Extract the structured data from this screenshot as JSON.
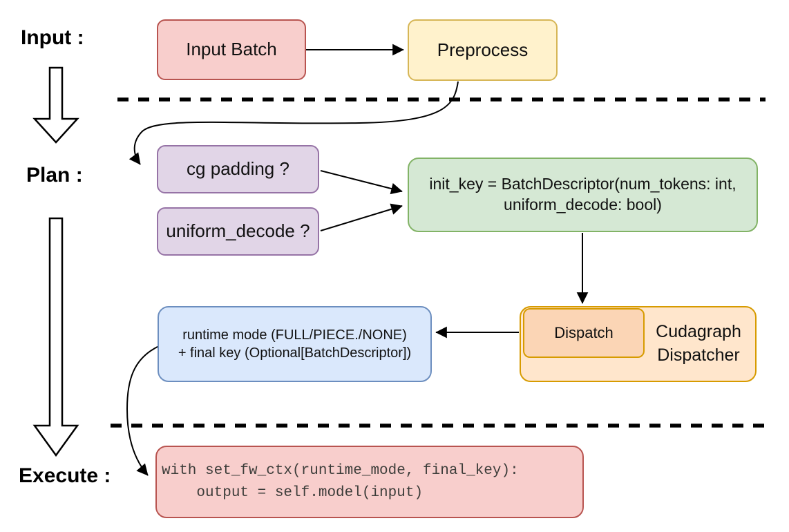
{
  "stage_labels": {
    "input": "Input :",
    "plan": "Plan :",
    "execute": "Execute :"
  },
  "nodes": {
    "input_batch": {
      "label": "Input Batch"
    },
    "preprocess": {
      "label": "Preprocess"
    },
    "cg_padding": {
      "label": "cg padding ?"
    },
    "uniform_decode": {
      "label": "uniform_decode ?"
    },
    "init_key": {
      "line1": "init_key = BatchDescriptor(num_tokens: int,",
      "line2": "uniform_decode: bool)"
    },
    "dispatch": {
      "label": "Dispatch"
    },
    "cudagraph_dispatcher": {
      "line1": "Cudagraph",
      "line2": "Dispatcher"
    },
    "runtime_mode": {
      "line1": "runtime mode (FULL/PIECE./NONE)",
      "line2": "+ final key (Optional[BatchDescriptor])"
    },
    "execute_code": {
      "line1": "with set_fw_ctx(runtime_mode, final_key):",
      "line2": "    output = self.model(input)"
    }
  },
  "colors": {
    "red_fill": "#f8cecc",
    "red_stroke": "#b85450",
    "yellow_fill": "#fff2cc",
    "yellow_stroke": "#d6b656",
    "purple_fill": "#e1d5e7",
    "purple_stroke": "#9673a6",
    "green_fill": "#d5e8d4",
    "green_stroke": "#82b366",
    "blue_fill": "#dae8fc",
    "blue_stroke": "#6c8ebf",
    "orange_fill": "#ffe6cc",
    "orange_stroke": "#d79b00",
    "peach_fill": "#fbd5b5",
    "line_color": "#000000"
  }
}
